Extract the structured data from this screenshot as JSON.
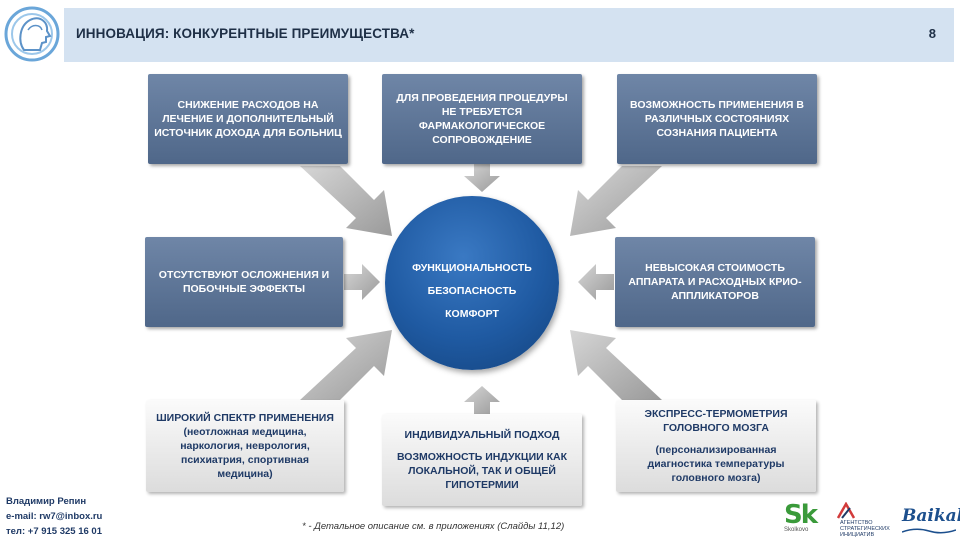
{
  "header": {
    "title": "ИННОВАЦИЯ: КОНКУРЕНТНЫЕ ПРЕИМУЩЕСТВА*",
    "page_number": "8"
  },
  "center": {
    "lines": [
      "ФУНКЦИОНАЛЬНОСТЬ",
      "БЕЗОПАСНОСТЬ",
      "КОМФОРТ"
    ],
    "color": "#1f5aa2"
  },
  "boxes": {
    "top_left": {
      "text": "СНИЖЕНИЕ РАСХОДОВ НА ЛЕЧЕНИЕ И ДОПОЛНИТЕЛЬНЫЙ ИСТОЧНИК ДОХОДА ДЛЯ БОЛЬНИЦ"
    },
    "top_center": {
      "text": "ДЛЯ ПРОВЕДЕНИЯ ПРОЦЕДУРЫ НЕ ТРЕБУЕТСЯ ФАРМАКОЛОГИЧЕСКОЕ СОПРОВОЖДЕНИЕ"
    },
    "top_right": {
      "text": "ВОЗМОЖНОСТЬ ПРИМЕНЕНИЯ В РАЗЛИЧНЫХ СОСТОЯНИЯХ СОЗНАНИЯ ПАЦИЕНТА"
    },
    "mid_left": {
      "text": "ОТСУТСТВУЮТ ОСЛОЖНЕНИЯ И ПОБОЧНЫЕ ЭФФЕКТЫ"
    },
    "mid_right": {
      "text": "НЕВЫСОКАЯ СТОИМОСТЬ АППАРАТА И РАСХОДНЫХ КРИО-АППЛИКАТОРОВ"
    },
    "bottom_left": {
      "title": "ШИРОКИЙ СПЕКТР ПРИМЕНЕНИЯ",
      "detail": "(неотложная медицина, наркология, неврология, психиатрия, спортивная медицина)"
    },
    "bottom_center": {
      "title": "ИНДИВИДУАЛЬНЫЙ ПОДХОД",
      "detail": "ВОЗМОЖНОСТЬ ИНДУКЦИИ КАК ЛОКАЛЬНОЙ, ТАК И ОБЩЕЙ ГИПОТЕРМИИ"
    },
    "bottom_right": {
      "title": "ЭКСПРЕСС-ТЕРМОМЕТРИЯ ГОЛОВНОГО МОЗГА",
      "detail": "(персонализированная диагностика температуры головного мозга)"
    }
  },
  "footer": {
    "author_name": "Владимир Репин",
    "email": "e-mail: rw7@inbox.ru",
    "phone": "тел: +7 915 325 16 01",
    "footnote": "* - Детальное описание см. в приложениях (Слайды 11,12)"
  },
  "logos": {
    "skolkovo_mark": "Sk",
    "skolkovo_text": "Skolkovo",
    "asi_text_1": "АГЕНТСТВО",
    "asi_text_2": "СТРАТЕГИЧЕСКИХ",
    "asi_text_3": "ИНИЦИАТИВ",
    "baikal_text": "Baikal"
  },
  "colors": {
    "header_bg": "#d4e2f1",
    "dark_box": "#5a7294",
    "light_box": "#e6e6e6",
    "arrow": "#a9a9a9",
    "title_text": "#1e2f46"
  }
}
